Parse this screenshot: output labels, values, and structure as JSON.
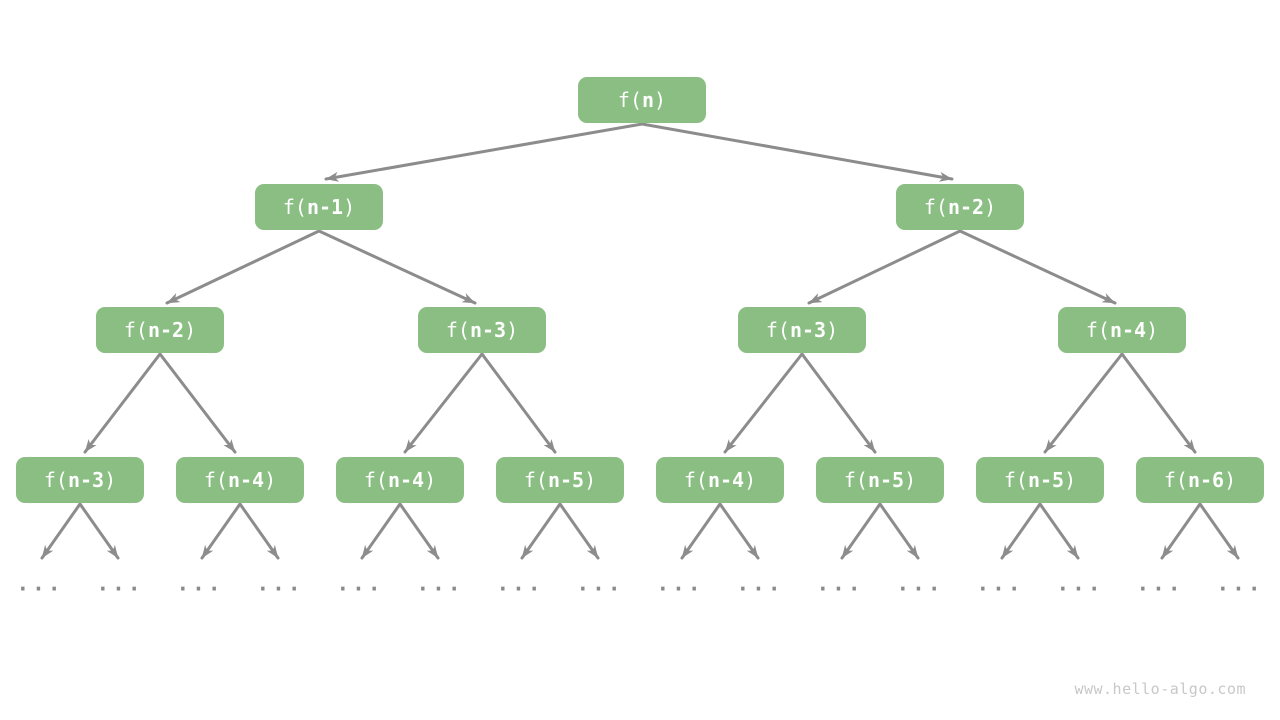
{
  "nodes": {
    "root": {
      "prefix": "f(",
      "arg": "n",
      "suffix": ")"
    },
    "level2": [
      {
        "prefix": "f(",
        "arg": "n-1",
        "suffix": ")"
      },
      {
        "prefix": "f(",
        "arg": "n-2",
        "suffix": ")"
      }
    ],
    "level3": [
      {
        "prefix": "f(",
        "arg": "n-2",
        "suffix": ")"
      },
      {
        "prefix": "f(",
        "arg": "n-3",
        "suffix": ")"
      },
      {
        "prefix": "f(",
        "arg": "n-3",
        "suffix": ")"
      },
      {
        "prefix": "f(",
        "arg": "n-4",
        "suffix": ")"
      }
    ],
    "level4": [
      {
        "prefix": "f(",
        "arg": "n-3",
        "suffix": ")"
      },
      {
        "prefix": "f(",
        "arg": "n-4",
        "suffix": ")"
      },
      {
        "prefix": "f(",
        "arg": "n-4",
        "suffix": ")"
      },
      {
        "prefix": "f(",
        "arg": "n-5",
        "suffix": ")"
      },
      {
        "prefix": "f(",
        "arg": "n-4",
        "suffix": ")"
      },
      {
        "prefix": "f(",
        "arg": "n-5",
        "suffix": ")"
      },
      {
        "prefix": "f(",
        "arg": "n-5",
        "suffix": ")"
      },
      {
        "prefix": "f(",
        "arg": "n-6",
        "suffix": ")"
      }
    ]
  },
  "ellipsis": "...",
  "watermark": "www.hello-algo.com",
  "colors": {
    "node_fill": "#8ABE83",
    "node_text": "#FFFFFF",
    "edge": "#8C8C8C",
    "ellipsis_dots": "#8A8A8A",
    "watermark_text": "#C8C8C8",
    "background": "#FFFFFF"
  }
}
